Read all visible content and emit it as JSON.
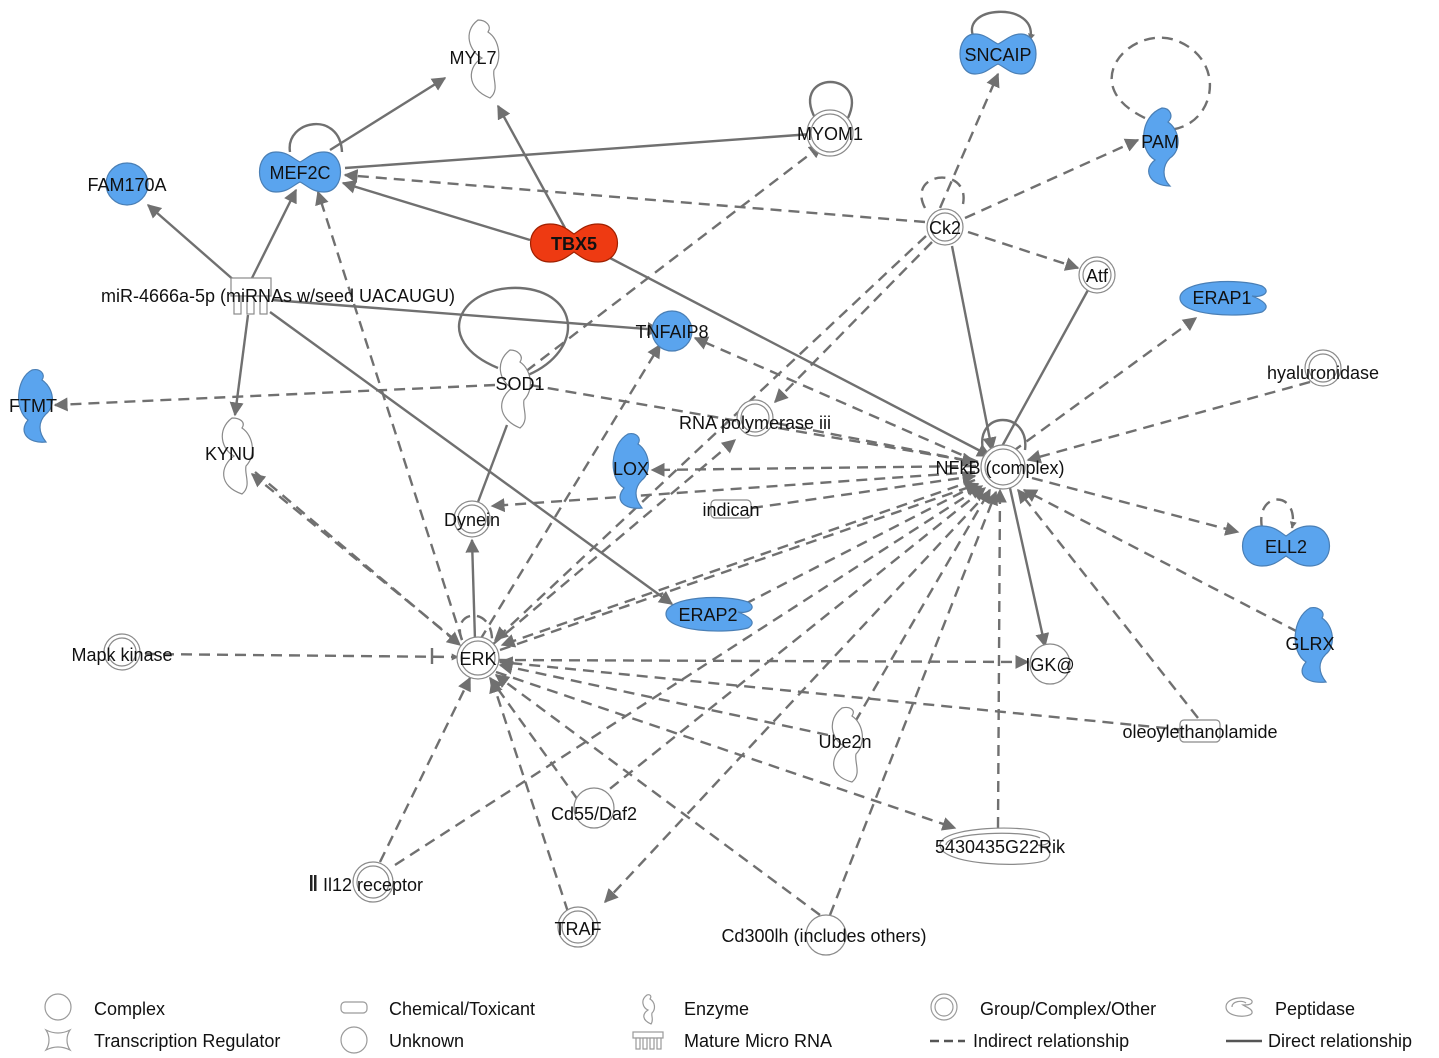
{
  "nodes": {
    "myl7": "MYL7",
    "sncaip": "SNCAIP",
    "pam": "PAM",
    "myom1": "MYOM1",
    "mef2c": "MEF2C",
    "fam170a": "FAM170A",
    "tbx5": "TBX5",
    "ck2": "Ck2",
    "atf": "Atf",
    "erap1": "ERAP1",
    "mir4666": "miR-4666a-5p (miRNAs w/seed UACAUGU)",
    "tnfaip8": "TNFAIP8",
    "hyaluronidase": "hyaluronidase",
    "ftmt": "FTMT",
    "sod1": "SOD1",
    "rnapol3": "RNA polymerase iii",
    "kynu": "KYNU",
    "lox": "LOX",
    "nfkb": "NFkB (complex)",
    "indican": "indican",
    "dynein": "Dynein",
    "ell2": "ELL2",
    "erap2": "ERAP2",
    "mapk": "Mapk kinase",
    "erk": "ERK",
    "igk": "IGK@",
    "glrx": "GLRX",
    "ube2n": "Ube2n",
    "oleoyl": "oleoylethanolamide",
    "cd55": "Cd55/Daf2",
    "rik": "5430435G22Rik",
    "il12": "Il12 receptor",
    "traf": "TRAF",
    "cd300": "Cd300lh (includes others)"
  },
  "legend": {
    "complex": "Complex",
    "chemical": "Chemical/Toxicant",
    "enzyme": "Enzyme",
    "group": "Group/Complex/Other",
    "peptidase": "Peptidase",
    "transcription": "Transcription Regulator",
    "unknown": "Unknown",
    "mirna": "Mature Micro RNA",
    "indirect": "Indirect relationship",
    "direct": "Direct relationship"
  },
  "colors": {
    "down_regulated": "#5aa4ee",
    "up_regulated": "#ee3a12",
    "neutral": "#ffffff",
    "edge": "#707070"
  }
}
